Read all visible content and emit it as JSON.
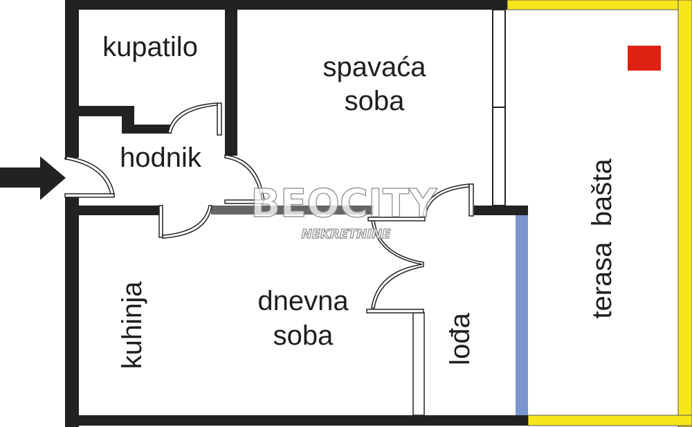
{
  "rooms": {
    "kupatilo": "kupatilo",
    "spavaca_1": "spavaća",
    "spavaca_2": "soba",
    "hodnik": "hodnik",
    "kuhinja": "kuhinja",
    "dnevna_1": "dnevna",
    "dnevna_2": "soba",
    "loda": "lođa",
    "terasa": "terasa  bašta"
  },
  "watermark": {
    "brand": "BEOCITY",
    "sub": "NEKRETNINE"
  },
  "colors": {
    "wall": "#222222",
    "terrace": "#f7e51c",
    "window_blue": "#7b96cc",
    "marker": "#dd2211",
    "inner_wall": "#666666"
  },
  "icons": {
    "entrance": "arrow-right-icon"
  }
}
